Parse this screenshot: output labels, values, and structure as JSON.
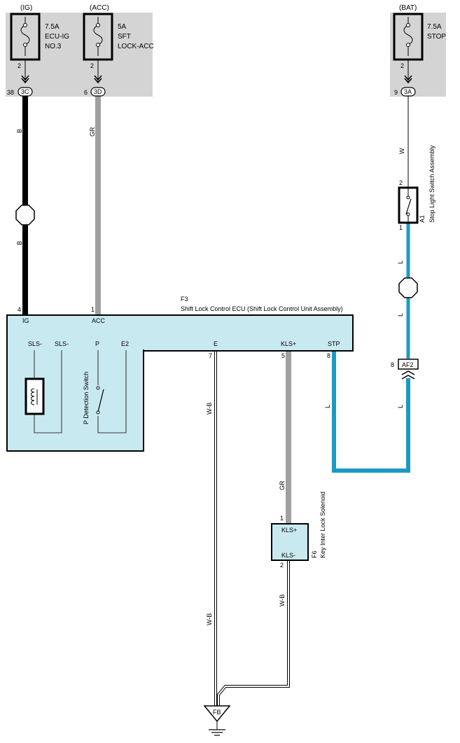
{
  "fuses": [
    {
      "source": "(IG)",
      "pin": "2",
      "amp": "7.5A",
      "name1": "ECU-IG",
      "name2": "NO.3",
      "conn_pin": "38",
      "conn": "3C"
    },
    {
      "source": "(ACC)",
      "pin": "2",
      "amp": "5A",
      "name1": "SFT",
      "name2": "LOCK-ACC",
      "conn_pin": "6",
      "conn": "3D"
    },
    {
      "source": "(BAT)",
      "pin": "2",
      "amp": "7.5A",
      "name1": "STOP",
      "name2": "",
      "conn_pin": "9",
      "conn": "3A"
    }
  ],
  "wires": {
    "ig_upper": "B",
    "ig_lower": "B",
    "acc": "GR",
    "bat": "W",
    "stp_upper1": "L",
    "stp_upper2": "L",
    "stp_lower": "L",
    "stp_ecu": "L",
    "e": "W-B",
    "e_lower": "W-B",
    "kls": "GR",
    "kls_lower": "W-B"
  },
  "colors": {
    "B": "#000000",
    "GR": "#a0a0a0",
    "L": "#1a9bc4",
    "WB": "#ffffff",
    "ecu_fill": "#c9e9f0",
    "fuse_box": "#d4d4d4"
  },
  "stop_switch": {
    "code": "A1",
    "name": "Stop Light Switch Assembly",
    "pin_top": "2",
    "pin_bottom": "1"
  },
  "connector_af2": {
    "pin": "8",
    "label": "AF2"
  },
  "ecu": {
    "code": "F3",
    "name": "Shift Lock Control ECU (Shift Lock Control Unit Assembly)",
    "pins_top": [
      {
        "num": "4",
        "label": "IG"
      },
      {
        "num": "1",
        "label": "ACC"
      }
    ],
    "pins_bottom": [
      {
        "label": "SLS-"
      },
      {
        "label": "SLS-"
      },
      {
        "label": "P"
      },
      {
        "label": "E2"
      },
      {
        "num": "7",
        "label": "E"
      },
      {
        "num": "5",
        "label": "KLS+"
      },
      {
        "num": "8",
        "label": "STP"
      }
    ],
    "p_switch": "P Detection Switch"
  },
  "solenoid": {
    "code": "F6",
    "name": "Key Inter Lock Solenoid",
    "pin_top": "1",
    "pin_bottom": "2",
    "term_top": "KLS+",
    "term_bottom": "KLS-"
  },
  "ground": {
    "label": "FB"
  }
}
